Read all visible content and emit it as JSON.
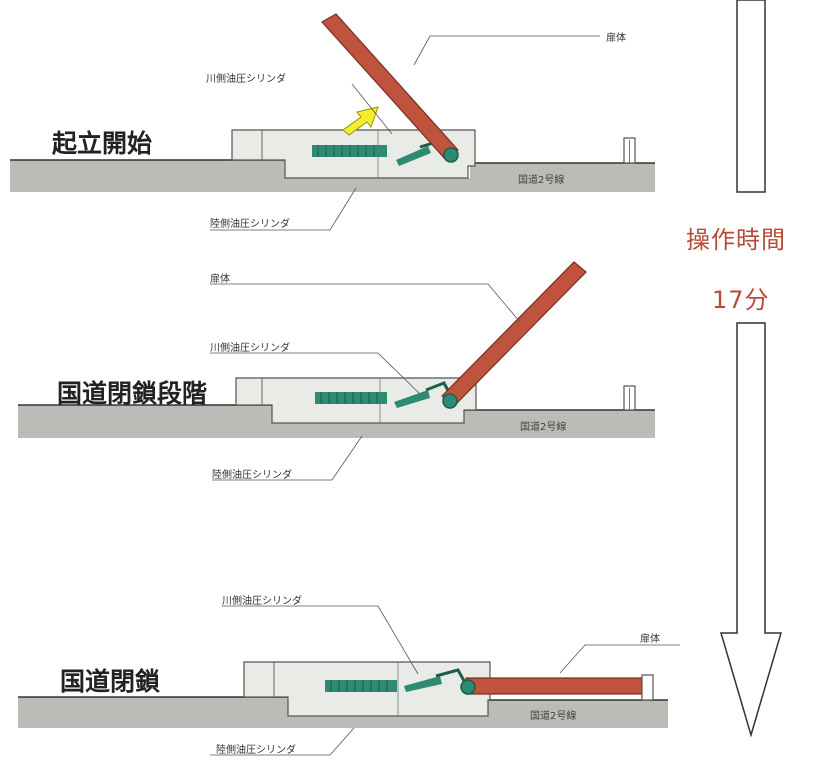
{
  "stages": [
    {
      "title": "起立開始",
      "river_cylinder": "川側油圧シリンダ",
      "land_cylinder": "陸側油圧シリンダ",
      "gate": "扉体",
      "road": "国道2号線"
    },
    {
      "title": "国道閉鎖段階",
      "river_cylinder": "川側油圧シリンダ",
      "land_cylinder": "陸側油圧シリンダ",
      "gate": "扉体",
      "road": "国道2号線"
    },
    {
      "title": "国道閉鎖",
      "river_cylinder": "川側油圧シリンダ",
      "land_cylinder": "陸側油圧シリンダ",
      "gate": "扉体",
      "road": "国道2号線"
    }
  ],
  "operation": {
    "label": "操作時間",
    "duration": "17分"
  },
  "colors": {
    "gate": "#c0533e",
    "gate_edge": "#7a2e20",
    "cylinder": "#2f8a73",
    "cylinder_dark": "#1e5c4c",
    "ground": "#b9bcb7",
    "pit": "#e9ece6",
    "arrow_hint": "#f3ee2a",
    "time_text": "#b84a3a"
  }
}
